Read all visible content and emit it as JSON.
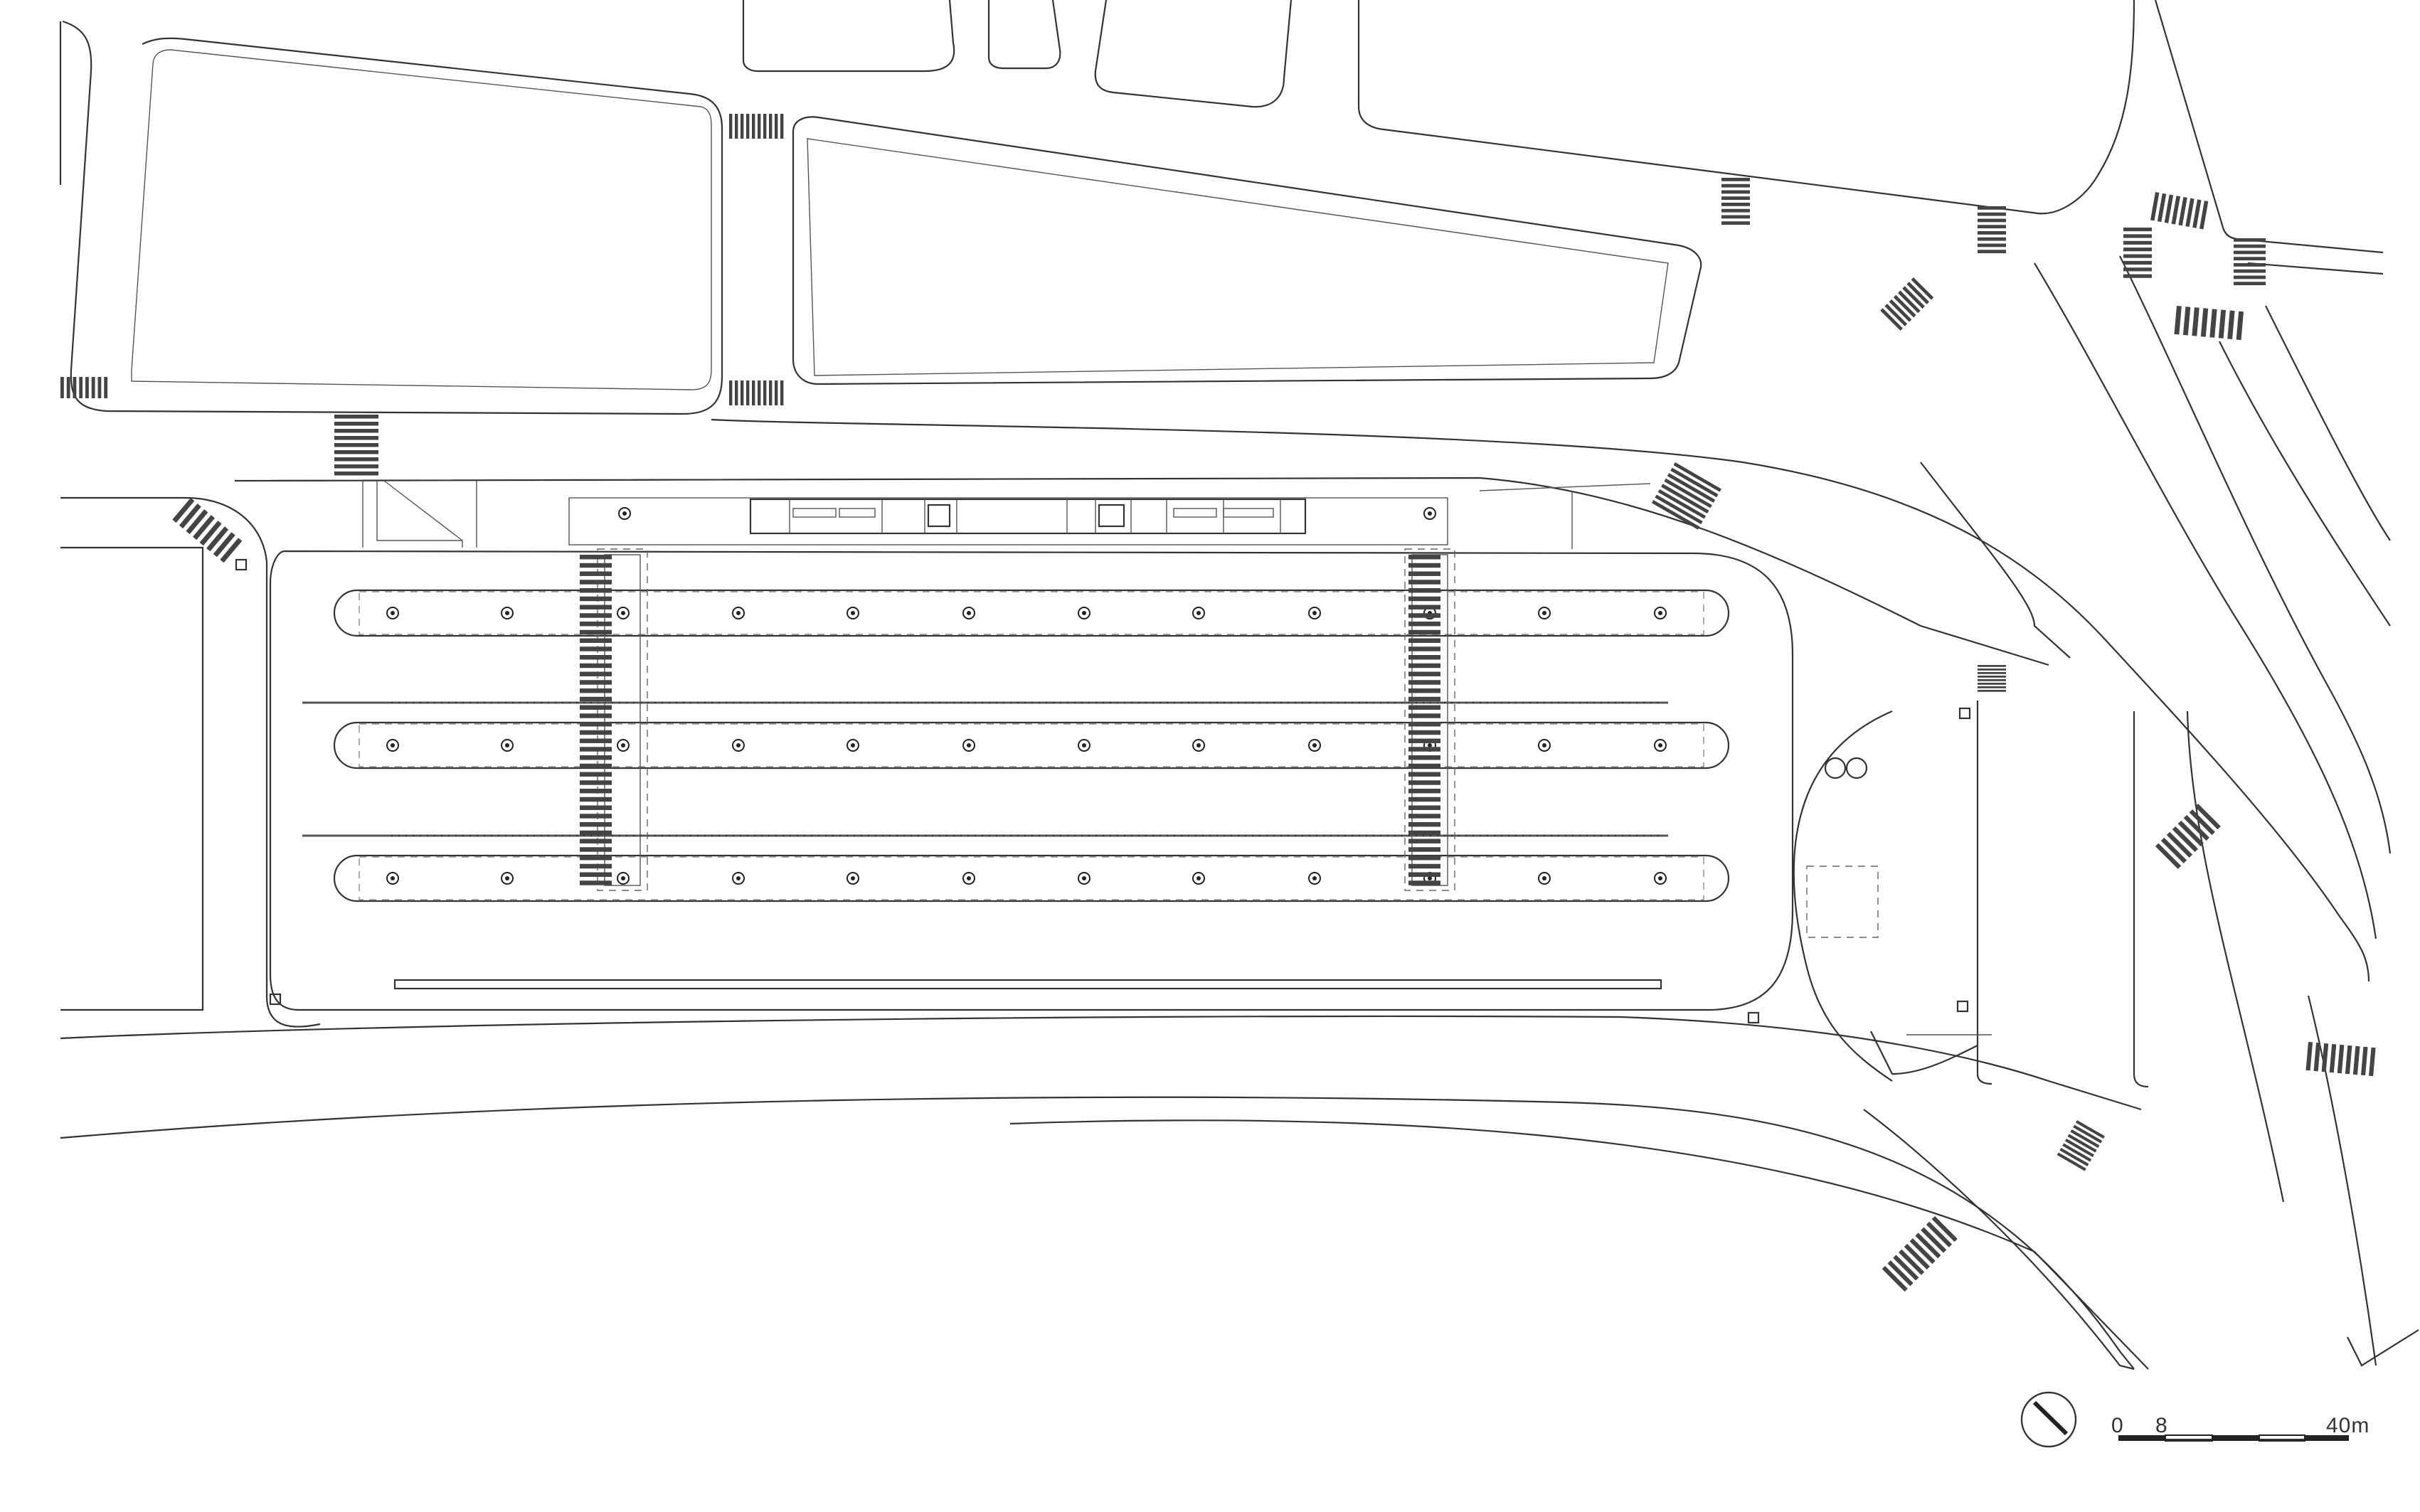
{
  "scale_bar": {
    "labels": [
      "0",
      "8",
      "40m"
    ]
  },
  "icons": {
    "north_arrow": "north-arrow-icon",
    "column": "column-marker-icon",
    "crosswalk": "zebra-crossing"
  },
  "colors": {
    "line": "#333333",
    "background": "#ffffff"
  }
}
